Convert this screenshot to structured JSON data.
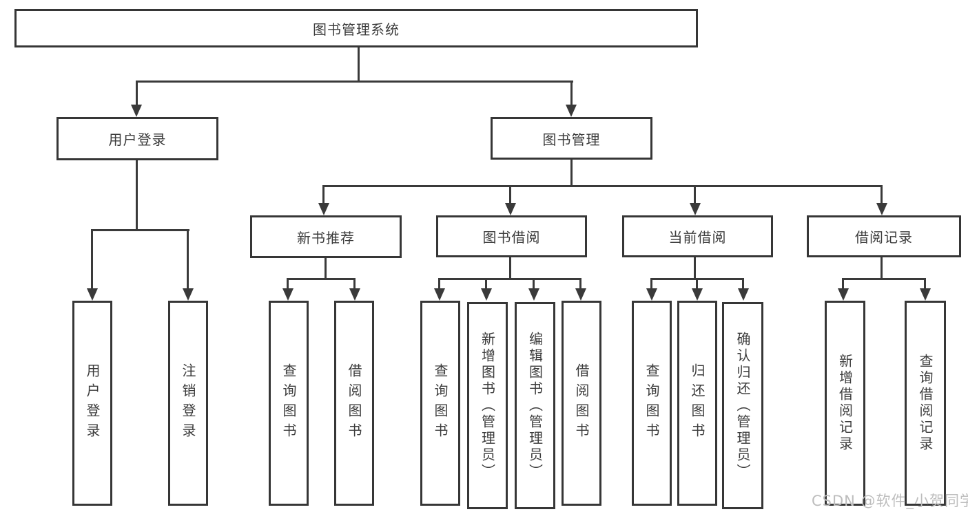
{
  "tree": {
    "root": {
      "label": "图书管理系统"
    },
    "branches": [
      {
        "label": "用户登录",
        "children": [
          {
            "label": "用户登录"
          },
          {
            "label": "注销登录"
          }
        ]
      },
      {
        "label": "图书管理",
        "children": [
          {
            "label": "新书推荐",
            "children": [
              {
                "label": "查询图书"
              },
              {
                "label": "借阅图书"
              }
            ]
          },
          {
            "label": "图书借阅",
            "children": [
              {
                "label": "查询图书"
              },
              {
                "label": "新增图书（管理员）"
              },
              {
                "label": "编辑图书（管理员）"
              },
              {
                "label": "借阅图书"
              }
            ]
          },
          {
            "label": "当前借阅",
            "children": [
              {
                "label": "查询图书"
              },
              {
                "label": "归还图书"
              },
              {
                "label": "确认归还（管理员）"
              }
            ]
          },
          {
            "label": "借阅记录",
            "children": [
              {
                "label": "新增借阅记录"
              },
              {
                "label": "查询借阅记录"
              }
            ]
          }
        ]
      }
    ]
  },
  "watermark": "CSDN @软件_小贺同学",
  "colors": {
    "line": "#3a3a3a",
    "border": "#363636",
    "text": "#3c3c3c",
    "watermark": "#bdbdbd",
    "background": "#ffffff"
  }
}
